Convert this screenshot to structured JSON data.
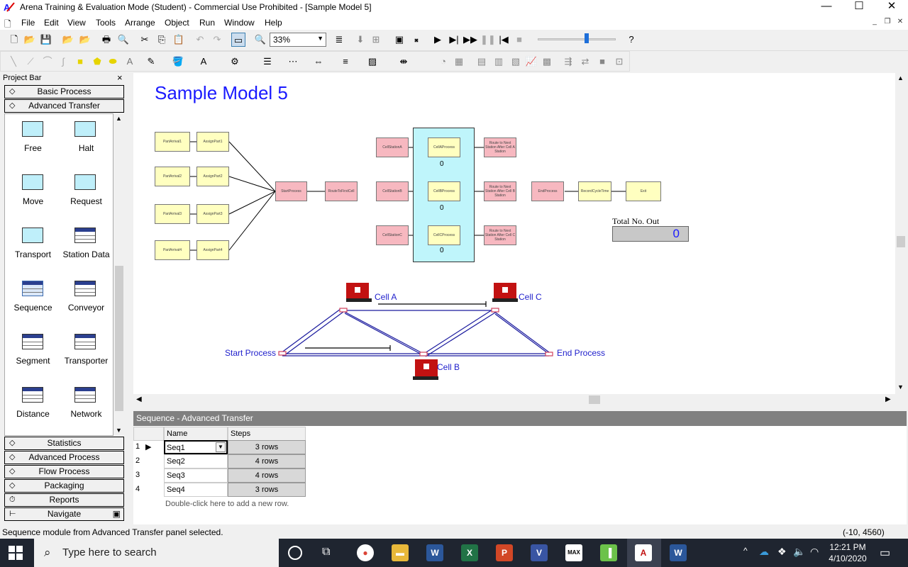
{
  "window": {
    "title": "Arena Training & Evaluation Mode (Student) - Commercial Use Prohibited - [Sample Model 5]",
    "min_icon": "minimize-icon",
    "max_icon": "maximize-icon",
    "close_icon": "close-icon",
    "min": "—",
    "max": "☐",
    "close": "✕"
  },
  "menu": [
    "File",
    "Edit",
    "View",
    "Tools",
    "Arrange",
    "Object",
    "Run",
    "Window",
    "Help"
  ],
  "toolbar": {
    "zoom": "33%"
  },
  "project_bar": {
    "title": "Project Bar",
    "close": "×",
    "top_panels": [
      "Basic Process",
      "Advanced Transfer"
    ],
    "modules": [
      "Free",
      "Halt",
      "Move",
      "Request",
      "Transport",
      "Station Data",
      "Sequence",
      "Conveyor",
      "Segment",
      "Transporter",
      "Distance",
      "Network"
    ],
    "bottom_panels": [
      "Statistics",
      "Advanced Process",
      "Flow Process",
      "Packaging",
      "Reports",
      "Navigate"
    ]
  },
  "model": {
    "title": "Sample Model 5",
    "arrivals": [
      "PartArrival1",
      "PartArrival2",
      "PartArrival3",
      "PartArrival4"
    ],
    "assigns": [
      "AssignPart1",
      "AssignPart2",
      "AssignPart3",
      "AssignPart4"
    ],
    "start_process": "StartProcess",
    "route_first": "RouteToFirstCell",
    "stations": [
      "CellStationA",
      "CellStationB",
      "CellStationC"
    ],
    "processes": [
      "CellAProcess",
      "CellBProcess",
      "CellCProcess"
    ],
    "process_counts": [
      "0",
      "0",
      "0"
    ],
    "routes_next": [
      "Route to Next Station After Cell A Station",
      "Route to Next Station After Cell B Station",
      "Route to Next Station After Cell C Station"
    ],
    "end_process": "EndProcess",
    "record": "RecordCycleTime",
    "exit": "Exit",
    "counter_label": "Total No. Out",
    "counter_value": "0",
    "anim_labels": {
      "cell_a": "Cell A",
      "cell_b": "Cell B",
      "cell_c": "Cell C",
      "start": "Start Process",
      "end": "End Process"
    }
  },
  "grid": {
    "header": "Sequence - Advanced Transfer",
    "columns": [
      "Name",
      "Steps"
    ],
    "rows": [
      {
        "num": "1",
        "name": "Seq1",
        "steps": "3 rows"
      },
      {
        "num": "2",
        "name": "Seq2",
        "steps": "4 rows"
      },
      {
        "num": "3",
        "name": "Seq3",
        "steps": "4 rows"
      },
      {
        "num": "4",
        "name": "Seq4",
        "steps": "3 rows"
      }
    ],
    "add_row": "Double-click here to add a new row."
  },
  "status": {
    "message": "Sequence module from Advanced Transfer panel selected.",
    "coords": "(-10, 4560)"
  },
  "taskbar": {
    "search": "Type here to search",
    "time": "12:21 PM",
    "date": "4/10/2020",
    "accent": "#1f2530"
  }
}
